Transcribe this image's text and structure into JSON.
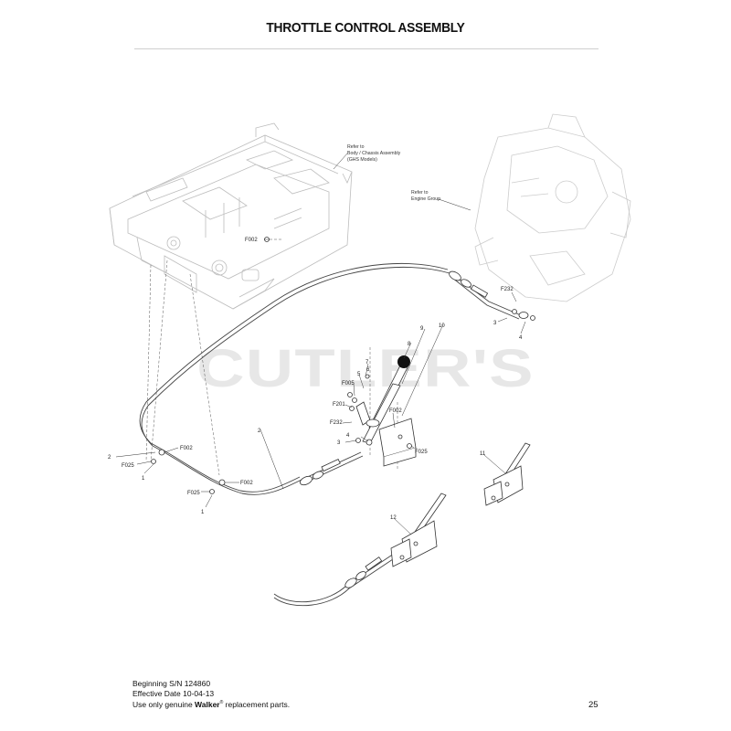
{
  "header": {
    "title": "THROTTLE CONTROL ASSEMBLY"
  },
  "watermark": "CUTLER'S",
  "notes": {
    "body": [
      "Refer to",
      "Body / Chassis Assembly",
      "(GHS Models)"
    ],
    "engine": [
      "Refer to",
      "Engine Group"
    ]
  },
  "callouts": {
    "F002_a": "F002",
    "F002_b": "F002",
    "F002_c": "F002",
    "F002_d": "F002",
    "F025_a": "F025",
    "F025_b": "F025",
    "F025_c": "F025",
    "F232_a": "F232",
    "F232_b": "F232",
    "F005": "F005",
    "F201": "F201",
    "n1_a": "1",
    "n1_b": "1",
    "n2_a": "2",
    "n2_b": "2",
    "n3_a": "3",
    "n3_b": "3",
    "n4_a": "4",
    "n4_b": "4",
    "n5": "5",
    "n6": "6",
    "n7": "7",
    "n8": "8",
    "n9": "9",
    "n10": "10",
    "n11": "11",
    "n12": "12"
  },
  "footer": {
    "serial": "Beginning S/N 124860",
    "effective": "Effective Date 10-04-13",
    "genuine_prefix": "Use only genuine ",
    "brand": "Walker",
    "reg": "®",
    "genuine_suffix": " replacement parts.",
    "page": "25"
  }
}
